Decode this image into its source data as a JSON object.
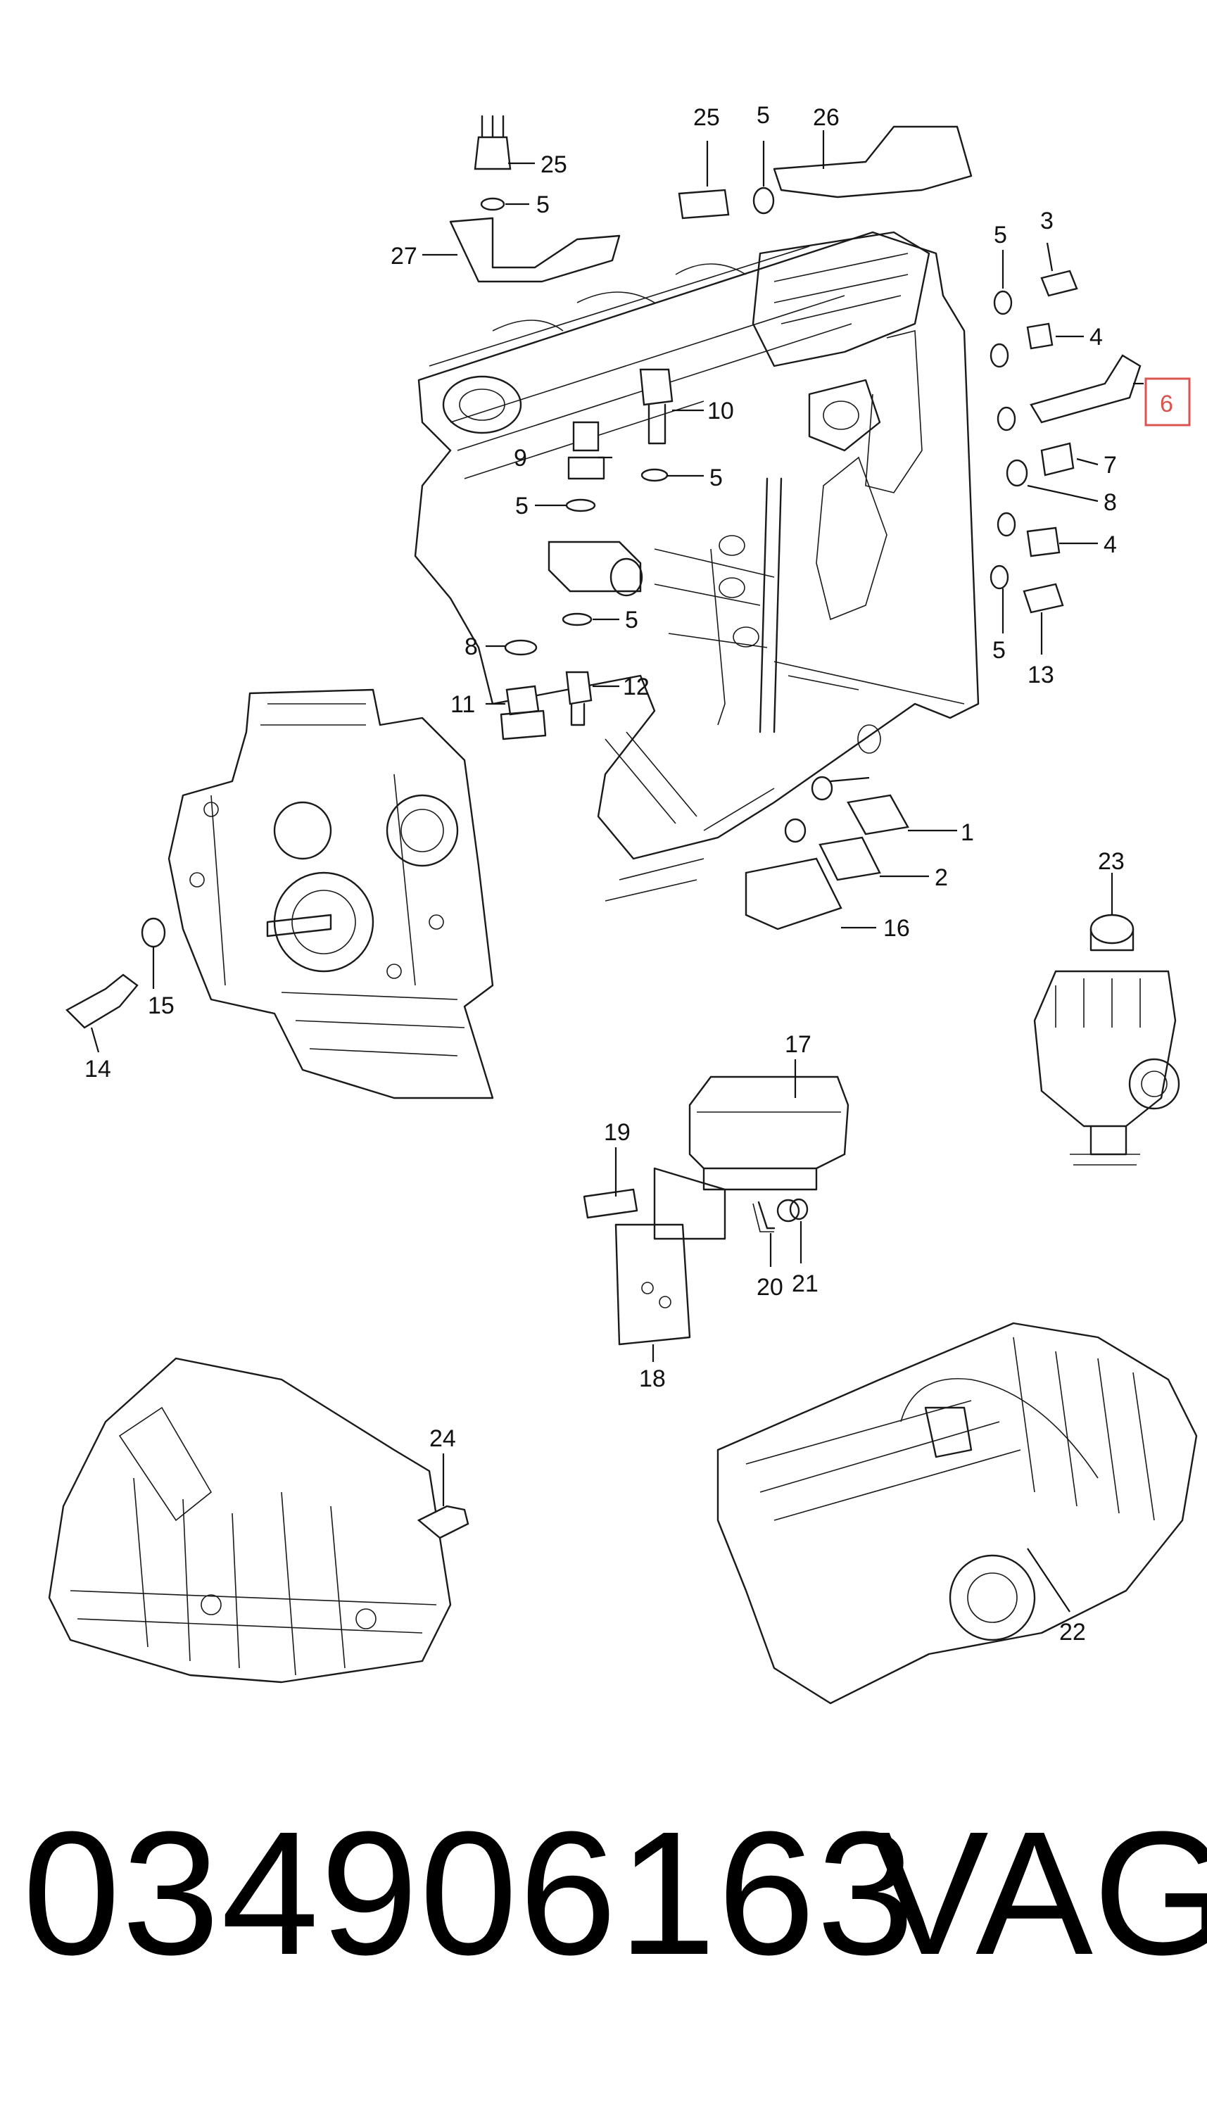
{
  "callouts": {
    "c1": "1",
    "c2": "2",
    "c3": "3",
    "c4a": "4",
    "c4b": "4",
    "c5a": "5",
    "c5b": "5",
    "c5c": "5",
    "c5d": "5",
    "c5e": "5",
    "c5f": "5",
    "c5g": "5",
    "c6": "6",
    "c7": "7",
    "c8a": "8",
    "c8b": "8",
    "c9": "9",
    "c10": "10",
    "c11": "11",
    "c12": "12",
    "c13": "13",
    "c14": "14",
    "c15": "15",
    "c16": "16",
    "c17": "17",
    "c18": "18",
    "c19": "19",
    "c20": "20",
    "c21": "21",
    "c22": "22",
    "c23": "23",
    "c24": "24",
    "c25a": "25",
    "c25b": "25",
    "c26": "26",
    "c27": "27"
  },
  "highlight_color": "#d9534f",
  "footer": {
    "part_number": "034906163",
    "brand": "VAG"
  }
}
